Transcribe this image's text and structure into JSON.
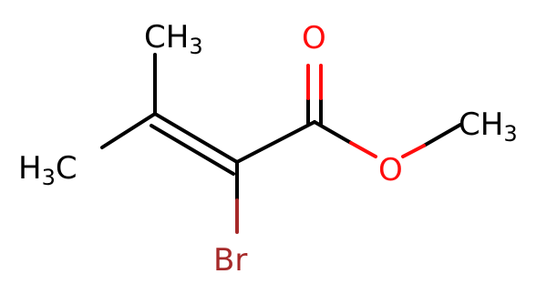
{
  "molecule": {
    "atoms": {
      "methyl_top": {
        "element": "C",
        "hydrogens": "H",
        "count": "3"
      },
      "methyl_left": {
        "hydrogens": "H",
        "count": "3",
        "element": "C"
      },
      "bromine": {
        "symbol": "Br"
      },
      "carbonyl_oxygen": {
        "symbol": "O"
      },
      "ester_oxygen": {
        "symbol": "O"
      },
      "methyl_ester": {
        "element": "C",
        "hydrogens": "H",
        "count": "3"
      }
    },
    "colors": {
      "carbon": "#000000",
      "oxygen": "#ff0d0d",
      "bromine": "#a62929"
    }
  }
}
